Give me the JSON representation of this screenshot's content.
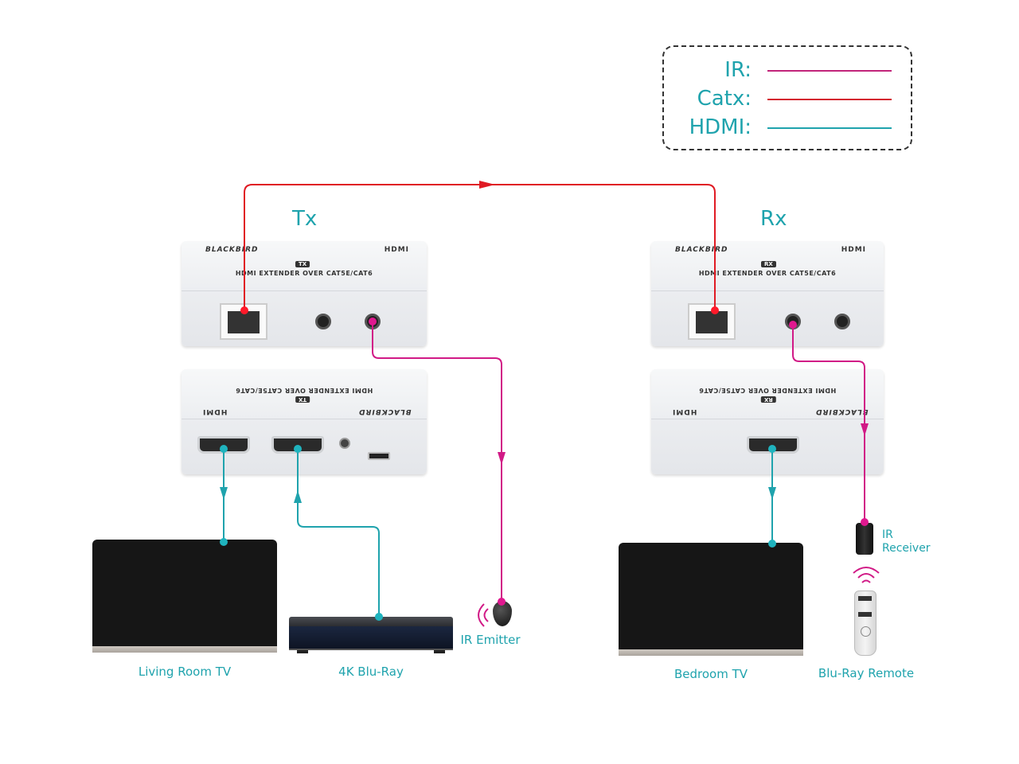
{
  "legend": {
    "items": [
      {
        "label": "IR:",
        "color": "#c2247a"
      },
      {
        "label": "Catx:",
        "color": "#d4232e"
      },
      {
        "label": "HDMI:",
        "color": "#1fa3ad"
      }
    ]
  },
  "colors": {
    "ir": "#d11a86",
    "catx": "#e01b24",
    "hdmi": "#1fa3ad",
    "label": "#1fa3ad"
  },
  "sections": {
    "tx_label": "Tx",
    "rx_label": "Rx"
  },
  "devices": {
    "tx_front": {
      "brand": "BLACKBIRD",
      "badge": "TX",
      "model": "HDMI EXTENDER OVER CAT5E/CAT6",
      "hdmi_logo": "HDMI"
    },
    "tx_back": {
      "brand": "BLACKBIRD",
      "badge": "TX",
      "model": "HDMI EXTENDER OVER CAT5E/CAT6",
      "hdmi_logo": "HDMI"
    },
    "rx_front": {
      "brand": "BLACKBIRD",
      "badge": "RX",
      "model": "HDMI EXTENDER OVER CAT5E/CAT6",
      "hdmi_logo": "HDMI"
    },
    "rx_back": {
      "brand": "BLACKBIRD",
      "badge": "RX",
      "model": "HDMI EXTENDER OVER CAT5E/CAT6",
      "hdmi_logo": "HDMI"
    }
  },
  "endpoints": {
    "living_room_tv": "Living Room TV",
    "blu_ray": "4K Blu-Ray",
    "ir_emitter": "IR Emitter",
    "bedroom_tv": "Bedroom TV",
    "ir_receiver": "IR Receiver",
    "remote": "Blu-Ray Remote"
  }
}
